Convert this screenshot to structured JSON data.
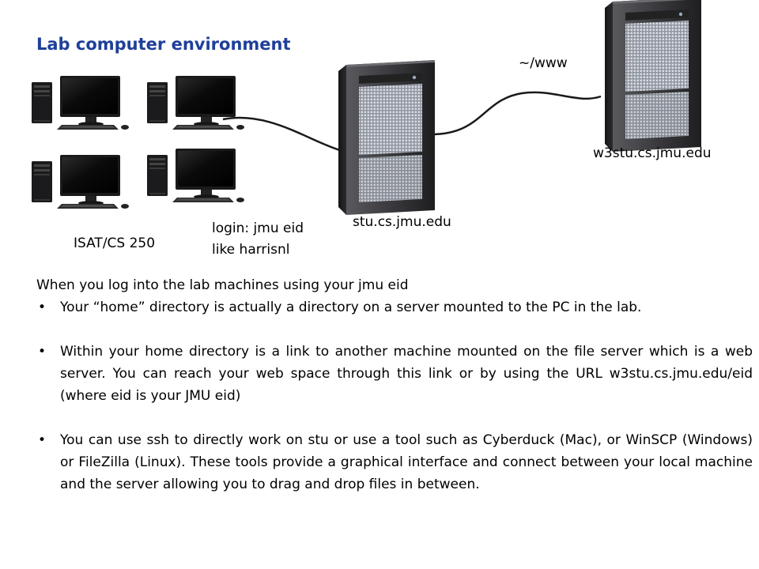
{
  "title": "Lab computer environment",
  "labels": {
    "www_path": "~/www",
    "w3stu_host": "w3stu.cs.jmu.edu",
    "stu_host": "stu.cs.jmu.edu",
    "lab_room": "ISAT/CS 250",
    "login_line1": "login: jmu eid",
    "login_line2": "like harrisnl"
  },
  "body": {
    "intro": "When you log into the lab machines using your jmu eid",
    "bullet_char": "•",
    "bullets": [
      "Your “home” directory is actually a directory on a server mounted to the PC in the lab.",
      "Within your home directory is a link to another machine mounted on the file server which is a web server. You can reach your web space through this link or by using the URL w3stu.cs.jmu.edu/eid (where eid is your JMU eid)",
      "You can use ssh to directly work on stu or use a tool such as Cyberduck (Mac), or WinSCP (Windows) or FileZilla (Linux). These tools provide a graphical interface and connect between your local machine and the server allowing you to drag and drop files in between."
    ]
  },
  "colors": {
    "title": "#1f3f99",
    "server_body": "#2a2a2c",
    "grille": "#cfd3da",
    "cable": "#1a1a1a"
  },
  "icons": [
    "desktop-computer-icon",
    "server-tower-icon",
    "network-cable"
  ]
}
